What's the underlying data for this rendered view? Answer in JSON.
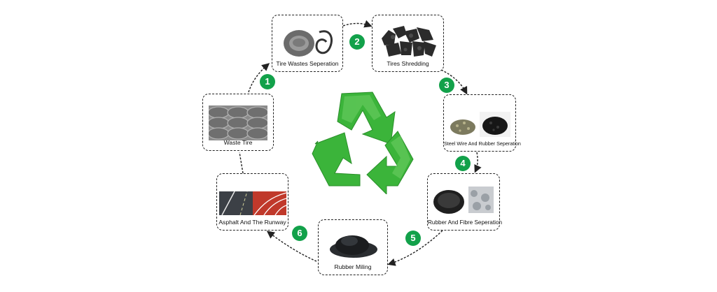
{
  "steps": [
    {
      "number": "1",
      "label": "Waste Tire",
      "icon": "stacked-tires-photo"
    },
    {
      "number": "2",
      "label": "Tire Wastes Seperation",
      "icon": "tire-and-steel-wire-photo"
    },
    {
      "number": "3",
      "label": "Tires Shredding",
      "icon": "shredded-rubber-photo"
    },
    {
      "number": "4",
      "label": "Steel Wire And Rubber Seperation",
      "icon": "steel-and-rubber-granules-photo"
    },
    {
      "number": "5",
      "label": "Rubber And Fibre Seperation",
      "icon": "rubber-and-fibre-photo"
    },
    {
      "number": "6",
      "label": "Rubber Miling",
      "icon": "rubber-powder-photo"
    },
    {
      "label": "Asphalt And The Runway",
      "icon": "asphalt-and-running-track-photo"
    }
  ],
  "center_icon": "recycle-icon",
  "colors": {
    "badge": "#12a14a",
    "recycle": "#3bb43a",
    "border": "#222222"
  }
}
